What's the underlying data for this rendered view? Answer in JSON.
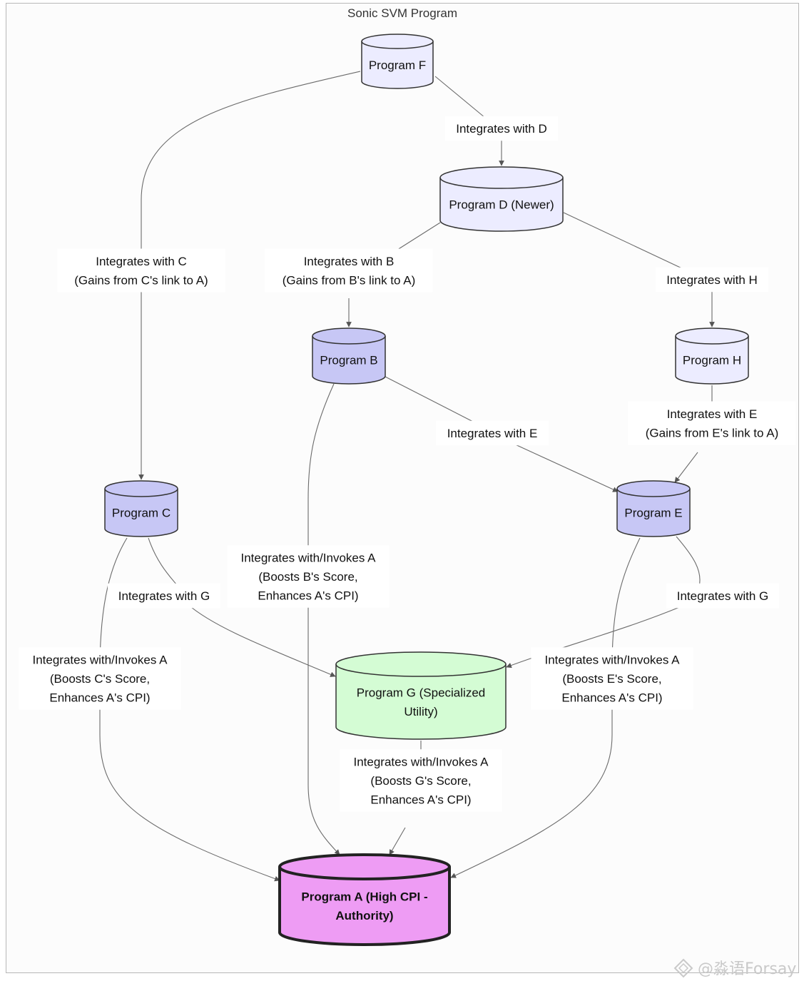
{
  "diagram": {
    "title": "Sonic SVM Program",
    "nodes": [
      {
        "id": "F",
        "label": [
          "Program F"
        ],
        "fill": "#ececff",
        "stroke": "#333333",
        "bold": false
      },
      {
        "id": "D",
        "label": [
          "Program D (Newer)"
        ],
        "fill": "#ececff",
        "stroke": "#333333",
        "bold": false
      },
      {
        "id": "B",
        "label": [
          "Program B"
        ],
        "fill": "#c7c7f5",
        "stroke": "#333333",
        "bold": false
      },
      {
        "id": "H",
        "label": [
          "Program H"
        ],
        "fill": "#ececff",
        "stroke": "#333333",
        "bold": false
      },
      {
        "id": "C",
        "label": [
          "Program C"
        ],
        "fill": "#c7c7f5",
        "stroke": "#333333",
        "bold": false
      },
      {
        "id": "E",
        "label": [
          "Program E"
        ],
        "fill": "#c7c7f5",
        "stroke": "#333333",
        "bold": false
      },
      {
        "id": "G",
        "label": [
          "Program G (Specialized",
          "Utility)"
        ],
        "fill": "#d4fcd4",
        "stroke": "#333333",
        "bold": false
      },
      {
        "id": "A",
        "label": [
          "Program A (High CPI -",
          "Authority)"
        ],
        "fill": "#ee9cf4",
        "stroke": "#222222",
        "bold": true
      }
    ],
    "edges": [
      {
        "id": "F-C",
        "from": "F",
        "to": "C",
        "label": [
          "Integrates with C",
          "(Gains from C's link to A)"
        ]
      },
      {
        "id": "F-D",
        "from": "F",
        "to": "D",
        "label": [
          "Integrates with D"
        ]
      },
      {
        "id": "D-B",
        "from": "D",
        "to": "B",
        "label": [
          "Integrates with B",
          "(Gains from B's link to A)"
        ]
      },
      {
        "id": "D-H",
        "from": "D",
        "to": "H",
        "label": [
          "Integrates with H"
        ]
      },
      {
        "id": "B-E",
        "from": "B",
        "to": "E",
        "label": [
          "Integrates with E"
        ]
      },
      {
        "id": "H-E",
        "from": "H",
        "to": "E",
        "label": [
          "Integrates with E",
          "(Gains from E's link to A)"
        ]
      },
      {
        "id": "B-A",
        "from": "B",
        "to": "A",
        "label": [
          "Integrates with/Invokes A",
          "(Boosts B's Score,",
          "Enhances A's CPI)"
        ]
      },
      {
        "id": "C-G",
        "from": "C",
        "to": "G",
        "label": [
          "Integrates with G"
        ]
      },
      {
        "id": "E-G",
        "from": "E",
        "to": "G",
        "label": [
          "Integrates with G"
        ]
      },
      {
        "id": "C-A",
        "from": "C",
        "to": "A",
        "label": [
          "Integrates with/Invokes A",
          "(Boosts C's Score,",
          "Enhances A's CPI)"
        ]
      },
      {
        "id": "E-A",
        "from": "E",
        "to": "A",
        "label": [
          "Integrates with/Invokes A",
          "(Boosts E's Score,",
          "Enhances A's CPI)"
        ]
      },
      {
        "id": "G-A",
        "from": "G",
        "to": "A",
        "label": [
          "Integrates with/Invokes A",
          "(Boosts G's Score,",
          "Enhances A's CPI)"
        ]
      }
    ]
  },
  "watermark": "@淼语Forsay",
  "colors": {
    "edge": "#6b6b6b",
    "label_bg": "#ffffff",
    "frame": "#b8b8b8"
  }
}
